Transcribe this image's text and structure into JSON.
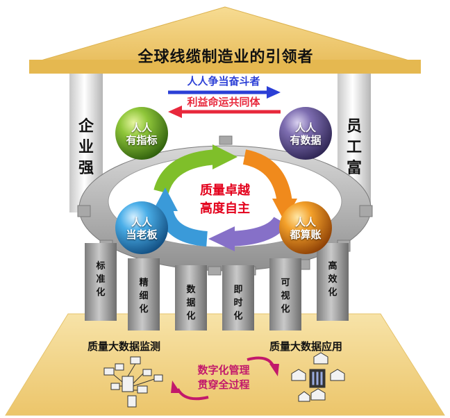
{
  "roof_title": "全球线缆制造业的引领者",
  "arrow_top_label": "人人争当奋斗者",
  "arrow_bottom_label": "利益命运共同体",
  "left_pillar_text": [
    "企",
    "业",
    "强"
  ],
  "right_pillar_text": [
    "员",
    "工",
    "富"
  ],
  "balls": [
    {
      "line1": "人人",
      "line2": "有指标",
      "color": "#5a9e1c"
    },
    {
      "line1": "人人",
      "line2": "有数据",
      "color": "#5b4a8c"
    },
    {
      "line1": "人人",
      "line2": "当老板",
      "color": "#2f8fd0"
    },
    {
      "line1": "人人",
      "line2": "都算账",
      "color": "#e07b12"
    }
  ],
  "center_text": [
    "质量卓越",
    "高度自主"
  ],
  "columns": [
    [
      "标",
      "准",
      "化"
    ],
    [
      "精",
      "细",
      "化"
    ],
    [
      "数",
      "据",
      "化"
    ],
    [
      "即",
      "时",
      "化"
    ],
    [
      "可",
      "视",
      "化"
    ],
    [
      "高",
      "效",
      "化"
    ]
  ],
  "base_left_title": "质量大数据监测",
  "base_right_title": "质量大数据应用",
  "base_mid_text": [
    "数字化管理",
    "贯穿全过程"
  ],
  "colors": {
    "roof": "#f0cf78",
    "base": "#f3d991",
    "arrow_blue": "#2b3fd6",
    "arrow_red": "#e8283c",
    "center_red": "#e3001b",
    "magenta": "#c2186b"
  }
}
